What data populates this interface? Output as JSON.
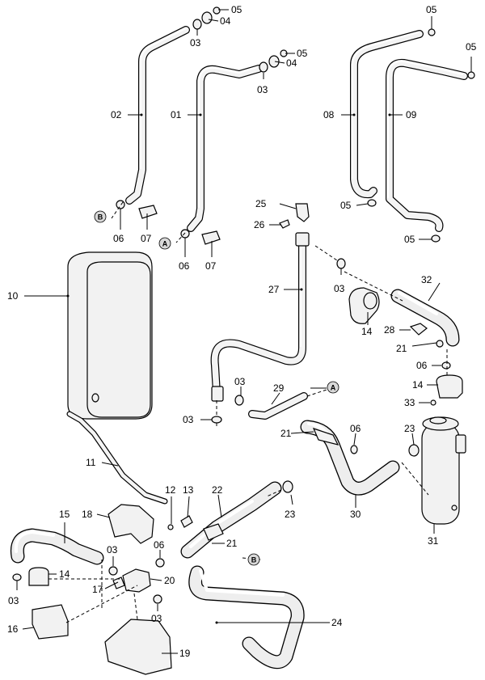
{
  "diagram": {
    "part_numbers": {
      "p01": "01",
      "p02": "02",
      "p03": "03",
      "p04": "04",
      "p05": "05",
      "p06": "06",
      "p07": "07",
      "p08": "08",
      "p09": "09",
      "p10": "10",
      "p11": "11",
      "p12": "12",
      "p13": "13",
      "p14": "14",
      "p15": "15",
      "p16": "16",
      "p17": "17",
      "p18": "18",
      "p19": "19",
      "p20": "20",
      "p21": "21",
      "p22": "22",
      "p23": "23",
      "p24": "24",
      "p25": "25",
      "p26": "26",
      "p27": "27",
      "p28": "28",
      "p29": "29",
      "p30": "30",
      "p31": "31",
      "p32": "32",
      "p33": "33"
    },
    "reference_markers": {
      "a": "A",
      "b": "B"
    }
  }
}
